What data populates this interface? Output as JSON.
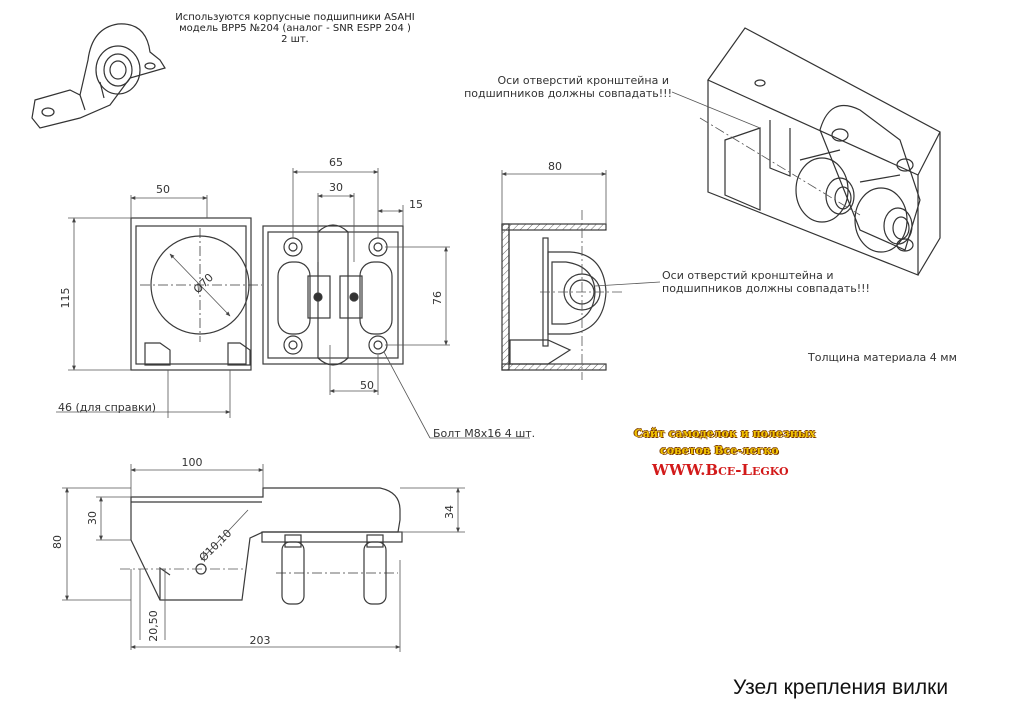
{
  "header": {
    "line1": "Используются корпусные подшипники ASAHI",
    "line2": "модель BPP5 №204 (аналог - SNR ESPP 204 )",
    "line3": "2 шт."
  },
  "annotations": {
    "axis_note_top_1": "Оси отверстий кронштейна и",
    "axis_note_top_2": "подшипников должны совпадать!!!",
    "axis_note_side_1": "Оси отверстий кронштейна и",
    "axis_note_side_2": "подшипников должны совпадать!!!",
    "bolt_note": "Болт М8х16 4 шт.",
    "thickness_note": "Толщина материала 4 мм"
  },
  "dimensions": {
    "d50_top": "50",
    "d65": "65",
    "d30_top": "30",
    "d15": "15",
    "d115": "115",
    "d76": "76",
    "d70": "Ø70",
    "d50_bottom": "50",
    "d46": "46 (для справки)",
    "d80_side": "80",
    "d100": "100",
    "d30_left": "30",
    "d80_left": "80",
    "d34": "34",
    "d10": "Ø10,10",
    "d20_50": "20,50",
    "d203": "203"
  },
  "watermark": {
    "line1": "Сайт самоделок и полезных",
    "line2": "советов Все-легко",
    "url": "WWW.Все-Legko"
  },
  "title": "Узел крепления вилки",
  "colors": {
    "line": "#3a3a3a",
    "dim": "#555555",
    "watermark_gold": "#f2c200",
    "watermark_red": "#d21a1a"
  }
}
